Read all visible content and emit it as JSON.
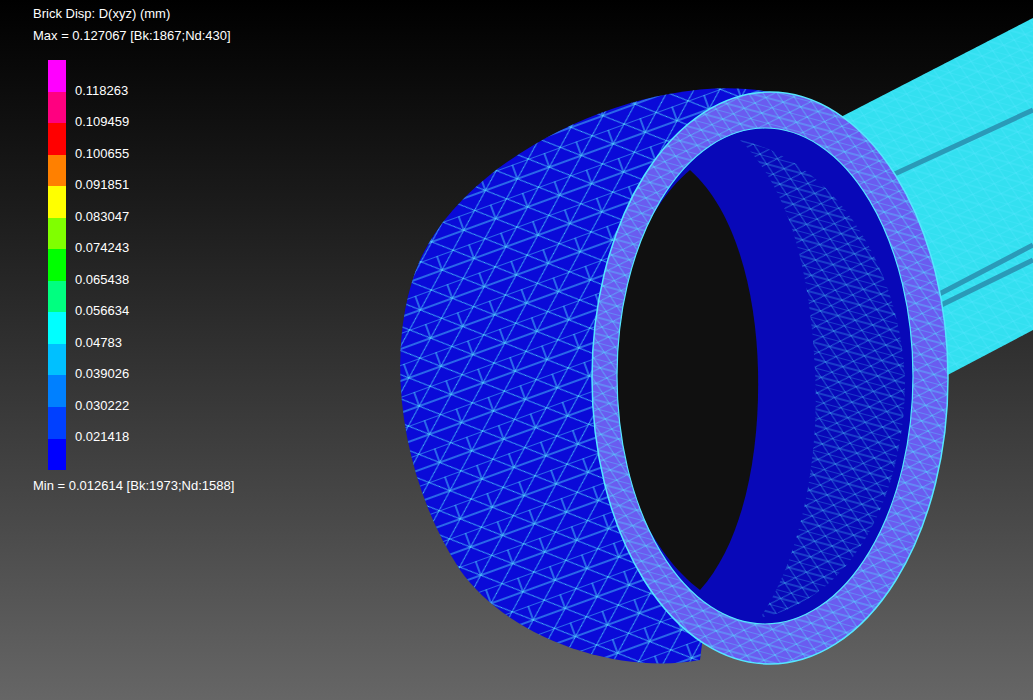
{
  "diagram": {
    "title": "Brick Disp: D(xyz) (mm)",
    "labels": [
      "Max = 0.127067 [Bk:1867;Nd:430]",
      "Min = 0.012614 [Bk:1973;Nd:1588]"
    ],
    "legend": [
      {
        "text": "0.118263",
        "color": "#ff00ff"
      },
      {
        "text": "0.109459",
        "color": "#ff0080"
      },
      {
        "text": "0.100655",
        "color": "#ff0000"
      },
      {
        "text": "0.091851",
        "color": "#ff8000"
      },
      {
        "text": "0.083047",
        "color": "#ffff00"
      },
      {
        "text": "0.074243",
        "color": "#80ff00"
      },
      {
        "text": "0.065438",
        "color": "#00ff00"
      },
      {
        "text": "0.056634",
        "color": "#00ff80"
      },
      {
        "text": "0.04783",
        "color": "#00ffff"
      },
      {
        "text": "0.039026",
        "color": "#00c0ff"
      },
      {
        "text": "0.030222",
        "color": "#0080ff"
      },
      {
        "text": "0.021418",
        "color": "#0040ff"
      }
    ]
  }
}
